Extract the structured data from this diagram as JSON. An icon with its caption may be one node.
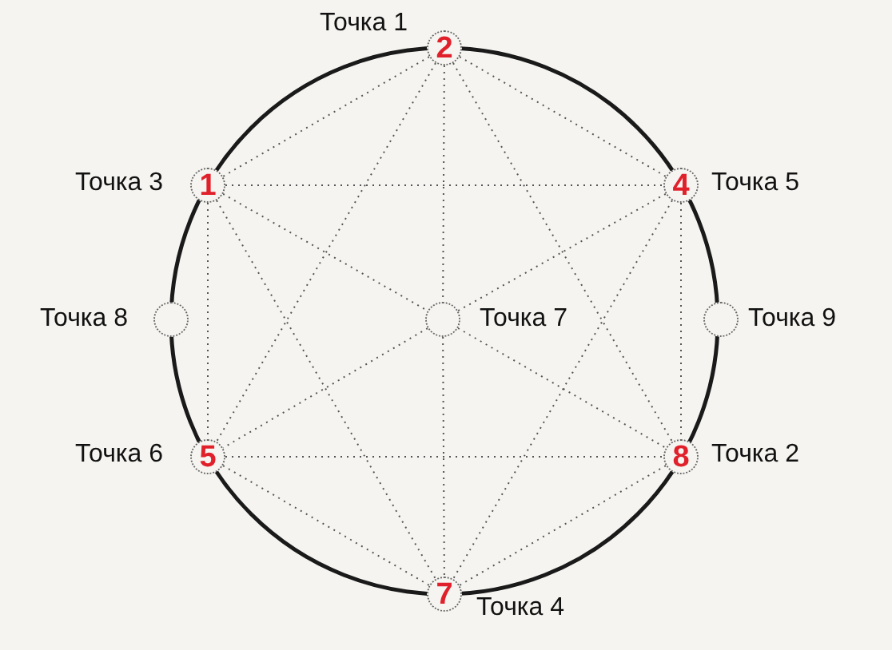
{
  "diagram": {
    "nodes": [
      {
        "text": [
          "2"
        ],
        "beside": [
          "Точка 1"
        ]
      },
      {
        "text": [
          "1"
        ],
        "beside": [
          "Точка 3"
        ]
      },
      {
        "text": [
          "4"
        ],
        "beside": [
          "Точка 5"
        ]
      },
      {
        "text": [],
        "shape": "circle",
        "beside": [
          "Точка 8"
        ]
      },
      {
        "text": [],
        "shape": "circle",
        "beside": [
          "Точка 7"
        ]
      },
      {
        "text": [],
        "shape": "circle",
        "beside": [
          "Точка 9"
        ]
      },
      {
        "text": [
          "5"
        ],
        "beside": [
          "Точка 6"
        ]
      },
      {
        "text": [
          "8"
        ],
        "beside": [
          "Точка 2"
        ]
      },
      {
        "text": [
          "7"
        ],
        "beside": [
          "Точка 4"
        ]
      }
    ],
    "edges": [
      {
        "from": 0,
        "to": 1,
        "arrow": "none"
      },
      {
        "from": 0,
        "to": 2,
        "arrow": "none"
      },
      {
        "from": 0,
        "to": 4,
        "arrow": "none"
      },
      {
        "from": 4,
        "to": 8,
        "arrow": "none"
      },
      {
        "from": 0,
        "to": 6,
        "arrow": "none"
      },
      {
        "from": 0,
        "to": 7,
        "arrow": "none"
      },
      {
        "from": 1,
        "to": 2,
        "arrow": "none"
      },
      {
        "from": 1,
        "to": 6,
        "arrow": "none"
      },
      {
        "from": 2,
        "to": 7,
        "arrow": "none"
      },
      {
        "from": 1,
        "to": 4,
        "arrow": "none"
      },
      {
        "from": 4,
        "to": 7,
        "arrow": "none"
      },
      {
        "from": 1,
        "to": 8,
        "arrow": "none"
      },
      {
        "from": 2,
        "to": 4,
        "arrow": "none"
      },
      {
        "from": 4,
        "to": 6,
        "arrow": "none"
      },
      {
        "from": 2,
        "to": 8,
        "arrow": "none"
      },
      {
        "from": 6,
        "to": 7,
        "arrow": "none"
      },
      {
        "from": 6,
        "to": 8,
        "arrow": "none"
      },
      {
        "from": 7,
        "to": 8,
        "arrow": "none"
      }
    ]
  }
}
